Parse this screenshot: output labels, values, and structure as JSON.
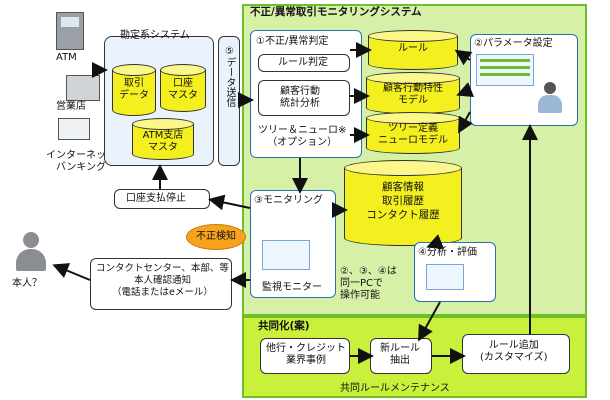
{
  "left": {
    "atm": "ATM",
    "branch": "営業店",
    "internet_banking": "インターネット\nバンキング",
    "account_system_title": "勘定系システム",
    "db_transactions": "取引\nデータ",
    "db_account_master": "口座\nマスタ",
    "db_atm_branch_master": "ATM支店\nマスタ",
    "data_send": "⑤データ送信",
    "stop_payment": "口座支払停止",
    "person": "本人？",
    "contact_center": "コンタクトセンター、本部、等\n本人確認通知\n（電話またはeメール）"
  },
  "monitoring_system": {
    "title": "不正/異常取引モニタリングシステム",
    "step1": "①不正/異常判定",
    "rule_judgment": "ルール判定",
    "customer_analysis": "顧客行動\n統計分析",
    "tree_neuro": "ツリー＆ニューロ※\n（オプション）",
    "db_rules": "ルール",
    "db_customer_model": "顧客行動特性\nモデル",
    "db_tree_model": "ツリー定義\nニューロモデル",
    "step2": "②パラメータ設定",
    "step3": "③モニタリング",
    "fraud_detect": "不正検知",
    "monitor_label": "監視モニター",
    "db_customer_info": "顧客情報\n取引履歴\nコンタクト履歴",
    "step4": "④分析・評価",
    "same_pc_note": "②、③、④は\n同一PCで\n操作可能"
  },
  "shared": {
    "title": "共同化(案)",
    "other_industry": "他行・クレジット\n業界事例",
    "new_rule": "新ルール\n抽出",
    "rule_add": "ルール追加\n(カスタマイズ)",
    "maintenance": "共同ルールメンテナンス"
  },
  "colors": {
    "green_panel": "#d7f0a8",
    "green_border": "#6fbf2a",
    "shared_bg": "#c9f03a",
    "cylinder": "#f4ef1e",
    "box_border": "#2a6fb0",
    "badge": "#f7a31d"
  }
}
